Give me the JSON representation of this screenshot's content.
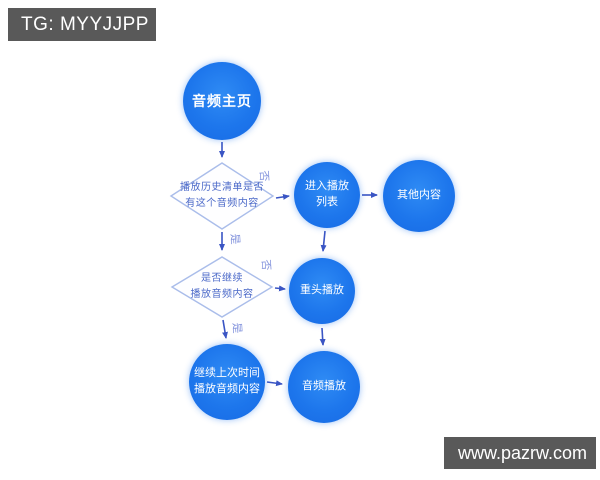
{
  "watermarks": {
    "top_left": "TG: MYYJJPP",
    "bottom_right": "www.pazrw.com"
  },
  "flowchart": {
    "nodes": {
      "start": {
        "label": "音频主页"
      },
      "decision_history": {
        "line1": "播放历史清单是否",
        "line2": "有这个音频内容"
      },
      "enter_playlist": {
        "line1": "进入播放",
        "line2": "列表"
      },
      "other_content": {
        "label": "其他内容"
      },
      "decision_continue": {
        "line1": "是否继续",
        "line2": "播放音频内容"
      },
      "replay_from_start": {
        "label": "重头播放"
      },
      "continue_last_time": {
        "line1": "继续上次时间",
        "line2": "播放音频内容"
      },
      "audio_play": {
        "label": "音频播放"
      }
    },
    "edge_labels": {
      "no1": "否",
      "yes1": "是",
      "no2": "否",
      "yes2": "是"
    },
    "colors": {
      "circle_blue": "#1d76ec",
      "diamond_stroke": "#aabdea",
      "diamond_text": "#4a68c8",
      "arrow": "#3a55c4",
      "edge_label_text": "#8595dd",
      "banner_background": "#595959",
      "banner_text": "#ffffff"
    }
  }
}
